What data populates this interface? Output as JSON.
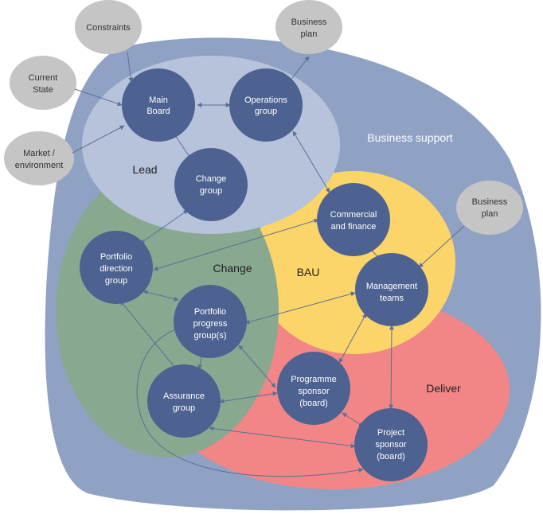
{
  "colors": {
    "business_support": "#8fa2c4",
    "lead": "#b6c3db",
    "change": "#88a890",
    "bau": "#fbd56a",
    "deliver": "#f28686",
    "node": "#4d6290",
    "external": "#c5c5c5",
    "connector": "#5b6f95"
  },
  "regions": {
    "business_support": "Business support",
    "lead": "Lead",
    "change": "Change",
    "bau": "BAU",
    "deliver": "Deliver"
  },
  "external": {
    "constraints": "Constraints",
    "current_state": [
      "Current",
      "State"
    ],
    "market": [
      "Market /",
      "environment"
    ],
    "business_plan_top": [
      "Business",
      "plan"
    ],
    "business_plan_right": [
      "Business",
      "plan"
    ]
  },
  "nodes": {
    "main_board": [
      "Main",
      "Board"
    ],
    "operations_group": [
      "Operations",
      "group"
    ],
    "change_group": [
      "Change",
      "group"
    ],
    "commercial_finance": [
      "Commercial",
      "and finance"
    ],
    "portfolio_direction": [
      "Portfolio",
      "direction",
      "group"
    ],
    "management_teams": [
      "Management",
      "teams"
    ],
    "portfolio_progress": [
      "Portfolio",
      "progress",
      "group(s)"
    ],
    "assurance_group": [
      "Assurance",
      "group"
    ],
    "programme_sponsor": [
      "Programme",
      "sponsor",
      "(board)"
    ],
    "project_sponsor": [
      "Project",
      "sponsor",
      "(board)"
    ]
  }
}
